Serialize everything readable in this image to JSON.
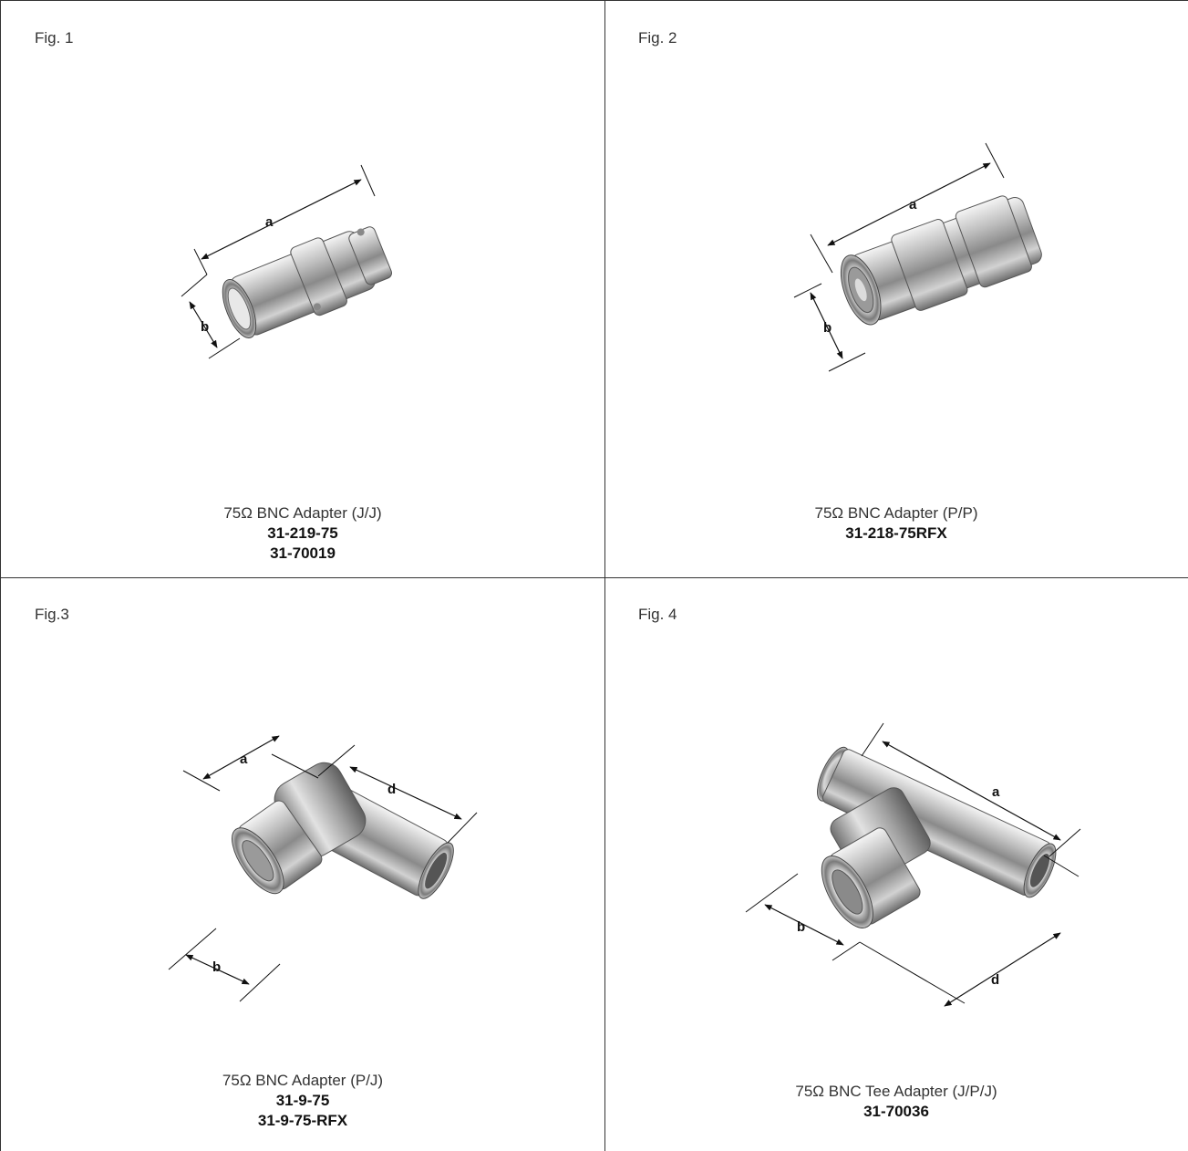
{
  "figures": [
    {
      "label": "Fig. 1",
      "description": "75Ω BNC Adapter (J/J)",
      "part_numbers": [
        "31-219-75",
        "31-70019"
      ],
      "dimensions": [
        "a",
        "b"
      ]
    },
    {
      "label": "Fig. 2",
      "description": "75Ω BNC Adapter (P/P)",
      "part_numbers": [
        "31-218-75RFX"
      ],
      "dimensions": [
        "a",
        "b"
      ]
    },
    {
      "label": "Fig.3",
      "description": "75Ω BNC Adapter (P/J)",
      "part_numbers": [
        "31-9-75",
        "31-9-75-RFX"
      ],
      "dimensions": [
        "a",
        "d",
        "b"
      ]
    },
    {
      "label": "Fig. 4",
      "description": "75Ω BNC Tee Adapter (J/P/J)",
      "part_numbers": [
        "31-70036"
      ],
      "dimensions": [
        "a",
        "b",
        "d"
      ]
    }
  ]
}
